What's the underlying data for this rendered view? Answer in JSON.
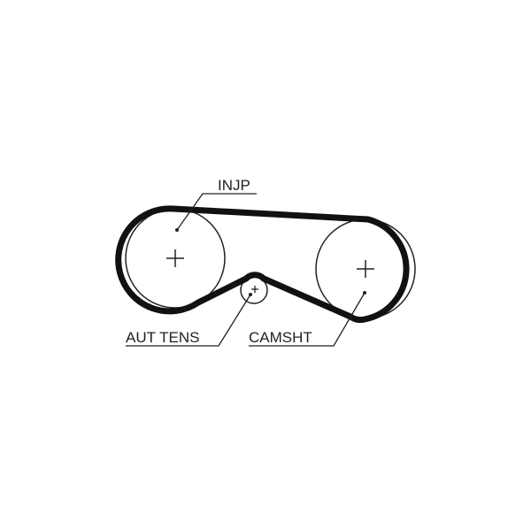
{
  "diagram": {
    "labels": {
      "injection_pump": "INJP",
      "auto_tensioner": "AUT TENS",
      "camshaft": "CAMSHT"
    },
    "colors": {
      "belt": "#111111",
      "line": "#222222",
      "background": "#ffffff"
    }
  }
}
